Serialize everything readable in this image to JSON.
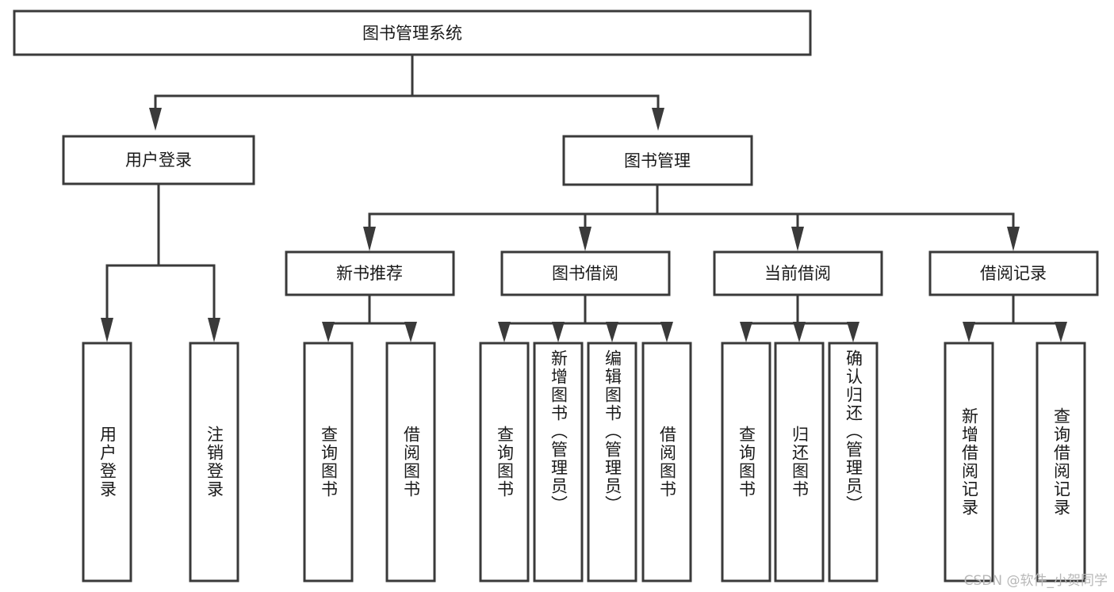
{
  "diagram": {
    "type": "tree-hierarchy",
    "title": "图书管理系统",
    "root": {
      "id": "root",
      "label": "图书管理系统",
      "orientation": "horizontal"
    },
    "level2": [
      {
        "id": "user-login",
        "label": "用户登录",
        "orientation": "horizontal"
      },
      {
        "id": "book-manage",
        "label": "图书管理",
        "orientation": "horizontal"
      }
    ],
    "level3": [
      {
        "id": "new-book-recommend",
        "label": "新书推荐",
        "orientation": "horizontal"
      },
      {
        "id": "book-borrow",
        "label": "图书借阅",
        "orientation": "horizontal"
      },
      {
        "id": "current-borrow",
        "label": "当前借阅",
        "orientation": "horizontal"
      },
      {
        "id": "borrow-record",
        "label": "借阅记录",
        "orientation": "horizontal"
      }
    ],
    "leaves": [
      {
        "id": "leaf-user-login",
        "label": "用户登录",
        "parent": "user-login",
        "orientation": "vertical"
      },
      {
        "id": "leaf-user-logout",
        "label": "注销登录",
        "parent": "user-login",
        "orientation": "vertical"
      },
      {
        "id": "leaf-query-book-1",
        "label": "查询图书",
        "parent": "new-book-recommend",
        "orientation": "vertical"
      },
      {
        "id": "leaf-borrow-book-1",
        "label": "借阅图书",
        "parent": "new-book-recommend",
        "orientation": "vertical"
      },
      {
        "id": "leaf-query-book-2",
        "label": "查询图书",
        "parent": "book-borrow",
        "orientation": "vertical"
      },
      {
        "id": "leaf-add-book",
        "label": "新增图书（管理员）",
        "parent": "book-borrow",
        "orientation": "vertical"
      },
      {
        "id": "leaf-edit-book",
        "label": "编辑图书（管理员）",
        "parent": "book-borrow",
        "orientation": "vertical"
      },
      {
        "id": "leaf-borrow-book-2",
        "label": "借阅图书",
        "parent": "book-borrow",
        "orientation": "vertical"
      },
      {
        "id": "leaf-query-book-3",
        "label": "查询图书",
        "parent": "current-borrow",
        "orientation": "vertical"
      },
      {
        "id": "leaf-return-book",
        "label": "归还图书",
        "parent": "current-borrow",
        "orientation": "vertical"
      },
      {
        "id": "leaf-confirm-return",
        "label": "确认归还（管理员）",
        "parent": "current-borrow",
        "orientation": "vertical"
      },
      {
        "id": "leaf-add-record",
        "label": "新增借阅记录",
        "parent": "borrow-record",
        "orientation": "vertical"
      },
      {
        "id": "leaf-query-record",
        "label": "查询借阅记录",
        "parent": "borrow-record",
        "orientation": "vertical"
      }
    ],
    "colors": {
      "stroke": "#3a3a3a",
      "fill": "#ffffff",
      "text": "#1a1a1a",
      "watermark": "#b8b8b8"
    }
  },
  "watermark": {
    "text": "CSDN @软件_小贺同学"
  }
}
